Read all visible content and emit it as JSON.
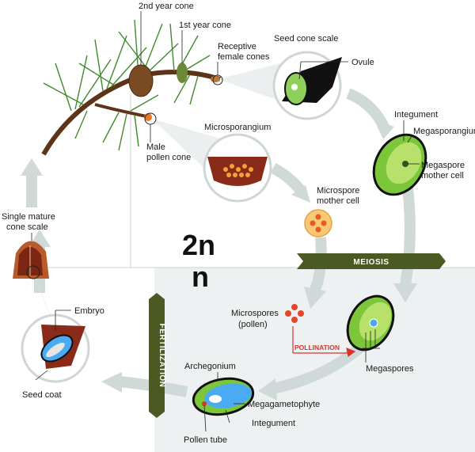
{
  "labels": {
    "second_year_cone": "2nd year cone",
    "first_year_cone": "1st year cone",
    "receptive_line1": "Receptive",
    "receptive_line2": "female cones",
    "seed_cone_scale": "Seed cone scale",
    "ovule": "Ovule",
    "microsporangium": "Microsporangium",
    "male_line1": "Male",
    "male_line2": "pollen cone",
    "integument_top": "Integument",
    "megasporangium": "Megasporangium",
    "megaspore_line1": "Megaspore",
    "megaspore_line2": "mother cell",
    "microspore_line1": "Microspore",
    "microspore_line2": "mother cell",
    "single_line1": "Single mature",
    "single_line2": "cone scale",
    "embryo": "Embryo",
    "seed_coat": "Seed coat",
    "microspores_line1": "Microspores",
    "microspores_line2": "(pollen)",
    "megaspores": "Megaspores",
    "archegonium": "Archegonium",
    "megagametophyte": "Megagametophyte",
    "integument_bottom": "Integument",
    "pollen_tube": "Pollen tube"
  },
  "ploidy": {
    "diploid": "2n",
    "haploid": "n"
  },
  "banners": {
    "meiosis": "MEIOSIS",
    "fertilization": "FERTILIZATION",
    "pollination": "POLLINATION"
  },
  "colors": {
    "banner": "#4a5a22",
    "arrow": "#cfdad8",
    "ovule_green": "#9ed64a",
    "tissue_red": "#8a2a18",
    "spore_orange": "#e85a22",
    "haploid_bg": "#eef1f1",
    "pollination_red": "#d8342a"
  }
}
